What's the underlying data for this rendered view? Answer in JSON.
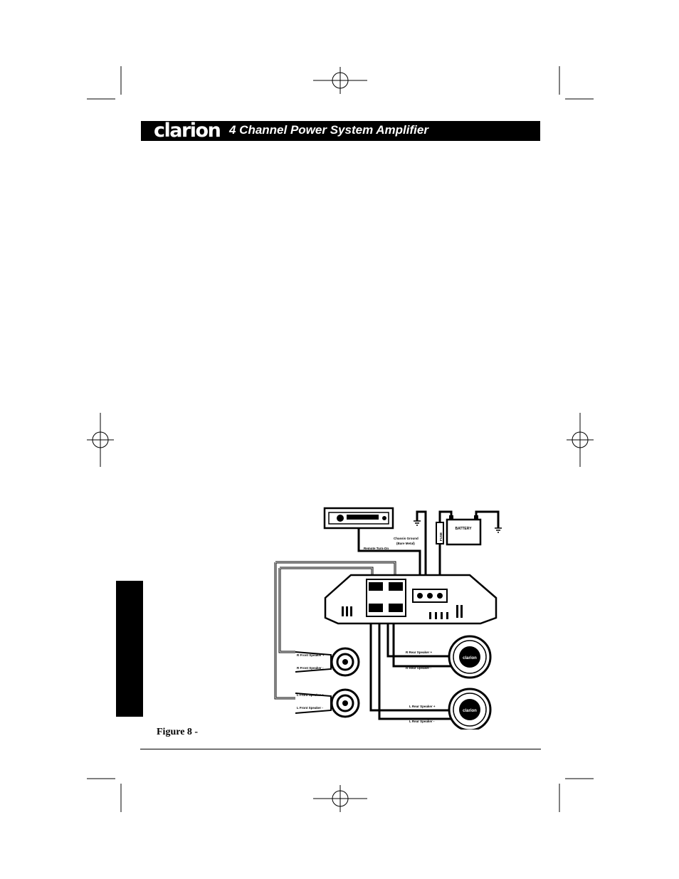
{
  "header": {
    "brand": "clarion",
    "title": "4 Channel Power System Amplifier"
  },
  "figure": {
    "caption": "Figure 8 -",
    "labels": {
      "remote_turn_on": "Remote Turn-On",
      "chassis_ground": "Chassis Ground",
      "bare_metal": "(Bare Metal)",
      "battery": "BATTERY",
      "fuse": "FUSE",
      "r_front_plus": "R Front Speaker +",
      "r_front_minus": "R Front Speaker -",
      "l_front_plus": "L Front Speaker +",
      "l_front_minus": "L Front Speaker -",
      "r_rear_plus": "R Rear Speaker +",
      "r_rear_minus": "R Rear Speaker -",
      "l_rear_plus": "L Rear Speaker +",
      "l_rear_minus": "L Rear Speaker -",
      "speaker_badge_1": "clarion",
      "speaker_badge_2": "clarion"
    }
  }
}
